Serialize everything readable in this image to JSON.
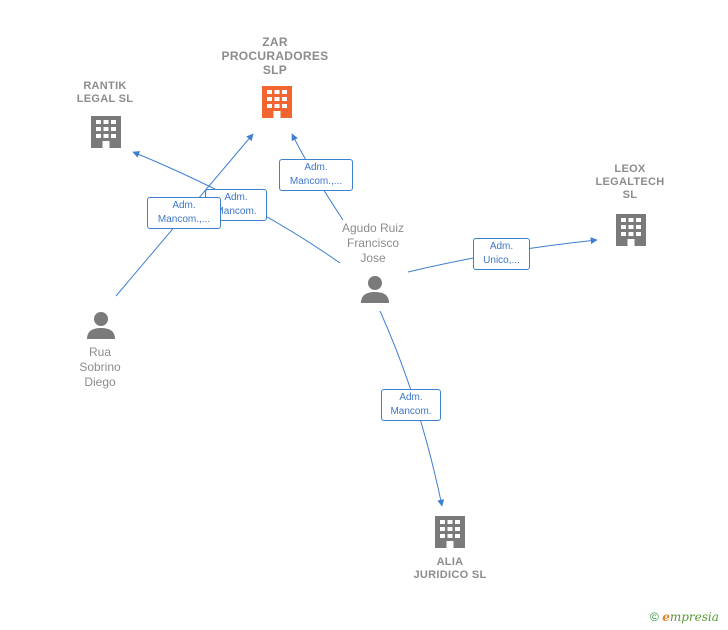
{
  "nodes": {
    "zar": {
      "label": "ZAR\nPROCURADORES\nSLP",
      "color": "#f26531"
    },
    "rantik": {
      "label": "RANTIK\nLEGAL  SL",
      "color": "#7a7a7a"
    },
    "leox": {
      "label": "LEOX\nLEGALTECH\nSL",
      "color": "#7a7a7a"
    },
    "alia": {
      "label": "ALIA\nJURIDICO  SL",
      "color": "#7a7a7a"
    },
    "agudo": {
      "label": "Agudo Ruiz\nFrancisco\nJose",
      "color": "#7a7a7a"
    },
    "rua": {
      "label": "Rua\nSobrino\nDiego",
      "color": "#7a7a7a"
    }
  },
  "edges": {
    "agudo_zar": "Adm.\nMancom.,...",
    "agudo_rantik": "Adm.\nMancom.",
    "rua_zar": "Adm.\nMancom.,...",
    "agudo_leox": "Adm.\nUnico,...",
    "agudo_alia": "Adm.\nMancom."
  },
  "edge_color": "#3f7fd0",
  "footer": {
    "copyright": "©",
    "brand_initial": "e",
    "brand_rest": "mpresia"
  }
}
